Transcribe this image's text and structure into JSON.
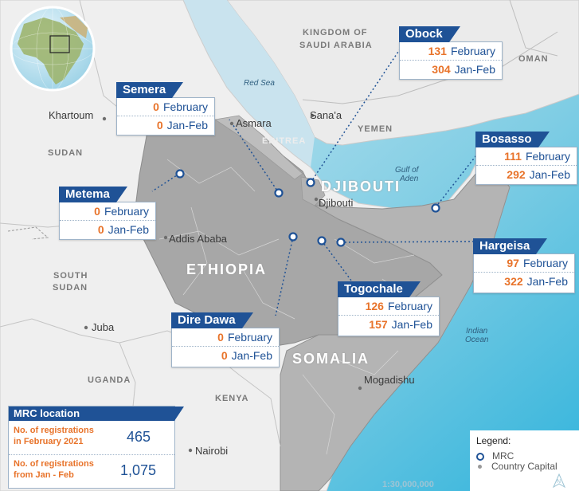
{
  "places": {
    "cities": {
      "khartoum": "Khartoum",
      "asmara": "Asmara",
      "sanaa": "Sana'a",
      "djibouti_city": "Djibouti",
      "addis_ababa": "Addis Ababa",
      "juba": "Juba",
      "mogadishu": "Mogadishu",
      "nairobi": "Nairobi"
    },
    "countries": {
      "saudi_line1": "KINGDOM OF",
      "saudi_line2": "SAUDI  ARABIA",
      "oman": "OMAN",
      "yemen": "YEMEN",
      "eritrea": "ERITREA",
      "sudan": "SUDAN",
      "south_sudan_line1": "SOUTH",
      "south_sudan_line2": "SUDAN",
      "uganda": "UGANDA",
      "kenya": "KENYA",
      "ethiopia": "ETHIOPIA",
      "djibouti": "DJIBOUTI",
      "somalia": "SOMALIA"
    },
    "water": {
      "red_sea": "Red Sea",
      "gulf_aden_line1": "Gulf of",
      "gulf_aden_line2": "Aden",
      "indian_line1": "Indian",
      "indian_line2": "Ocean"
    }
  },
  "mrc_callouts": [
    {
      "id": "obock",
      "name": "Obock",
      "february": "131",
      "jan_feb": "304",
      "label_feb": "February",
      "label_janfeb": "Jan-Feb"
    },
    {
      "id": "semera",
      "name": "Semera",
      "february": "0",
      "jan_feb": "0",
      "label_feb": "February",
      "label_janfeb": "Jan-Feb"
    },
    {
      "id": "bosasso",
      "name": "Bosasso",
      "february": "111",
      "jan_feb": "292",
      "label_feb": "February",
      "label_janfeb": "Jan-Feb"
    },
    {
      "id": "metema",
      "name": "Metema",
      "february": "0",
      "jan_feb": "0",
      "label_feb": "February",
      "label_janfeb": "Jan-Feb"
    },
    {
      "id": "hargeisa",
      "name": "Hargeisa",
      "february": "97",
      "jan_feb": "322",
      "label_feb": "February",
      "label_janfeb": "Jan-Feb"
    },
    {
      "id": "togochale",
      "name": "Togochale",
      "february": "126",
      "jan_feb": "157",
      "label_feb": "February",
      "label_janfeb": "Jan-Feb"
    },
    {
      "id": "dire_dawa",
      "name": "Dire Dawa",
      "february": "0",
      "jan_feb": "0",
      "label_feb": "February",
      "label_janfeb": "Jan-Feb"
    }
  ],
  "summary": {
    "title": "MRC location",
    "feb_label_line1": "No. of registrations",
    "feb_label_line2": "in February 2021",
    "feb_value": "465",
    "janfeb_label_line1": "No. of registrations",
    "janfeb_label_line2": "from Jan - Feb",
    "janfeb_value": "1,075"
  },
  "legend": {
    "title": "Legend:",
    "mrc": "MRC",
    "capital": "Country Capital"
  },
  "scale": "1:30,000,000",
  "north": "N",
  "colors": {
    "brand_blue": "#1f5296",
    "orange": "#e8732a",
    "sea": "#cfe6ef",
    "land_grey": "#a9a9a9",
    "land_light": "#efefef"
  }
}
